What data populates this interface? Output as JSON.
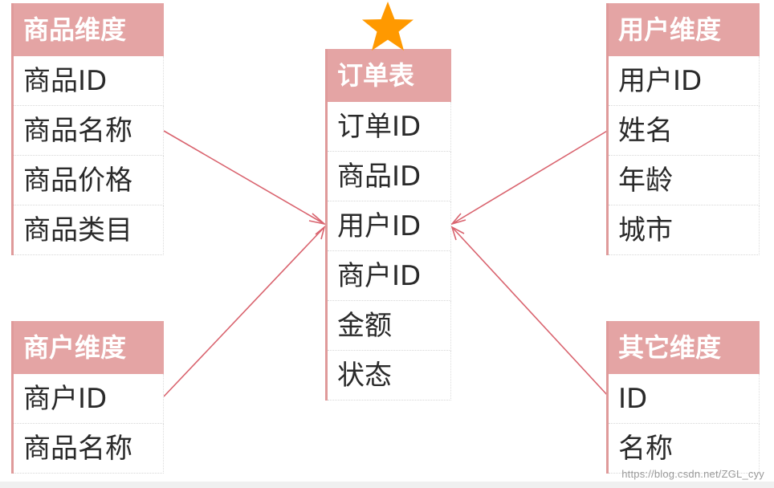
{
  "diagram": {
    "center_table": {
      "title": "订单表",
      "fields": [
        "订单ID",
        "商品ID",
        "用户ID",
        "商户ID",
        "金额",
        "状态"
      ],
      "marker_icon": "star-icon",
      "marker_color": "#ff9900"
    },
    "dimension_tables": [
      {
        "title": "商品维度",
        "fields": [
          "商品ID",
          "商品名称",
          "商品价格",
          "商品类目"
        ]
      },
      {
        "title": "用户维度",
        "fields": [
          "用户ID",
          "姓名",
          "年龄",
          "城市"
        ]
      },
      {
        "title": "商户维度",
        "fields": [
          "商户ID",
          "商品名称"
        ]
      },
      {
        "title": "其它维度",
        "fields": [
          "ID",
          "名称"
        ]
      }
    ],
    "colors": {
      "header_bg": "#e4a4a4",
      "header_text": "#ffffff",
      "accent_border": "#df9a9a",
      "connector": "#d9636e"
    }
  },
  "watermark": "https://blog.csdn.net/ZGL_cyy"
}
